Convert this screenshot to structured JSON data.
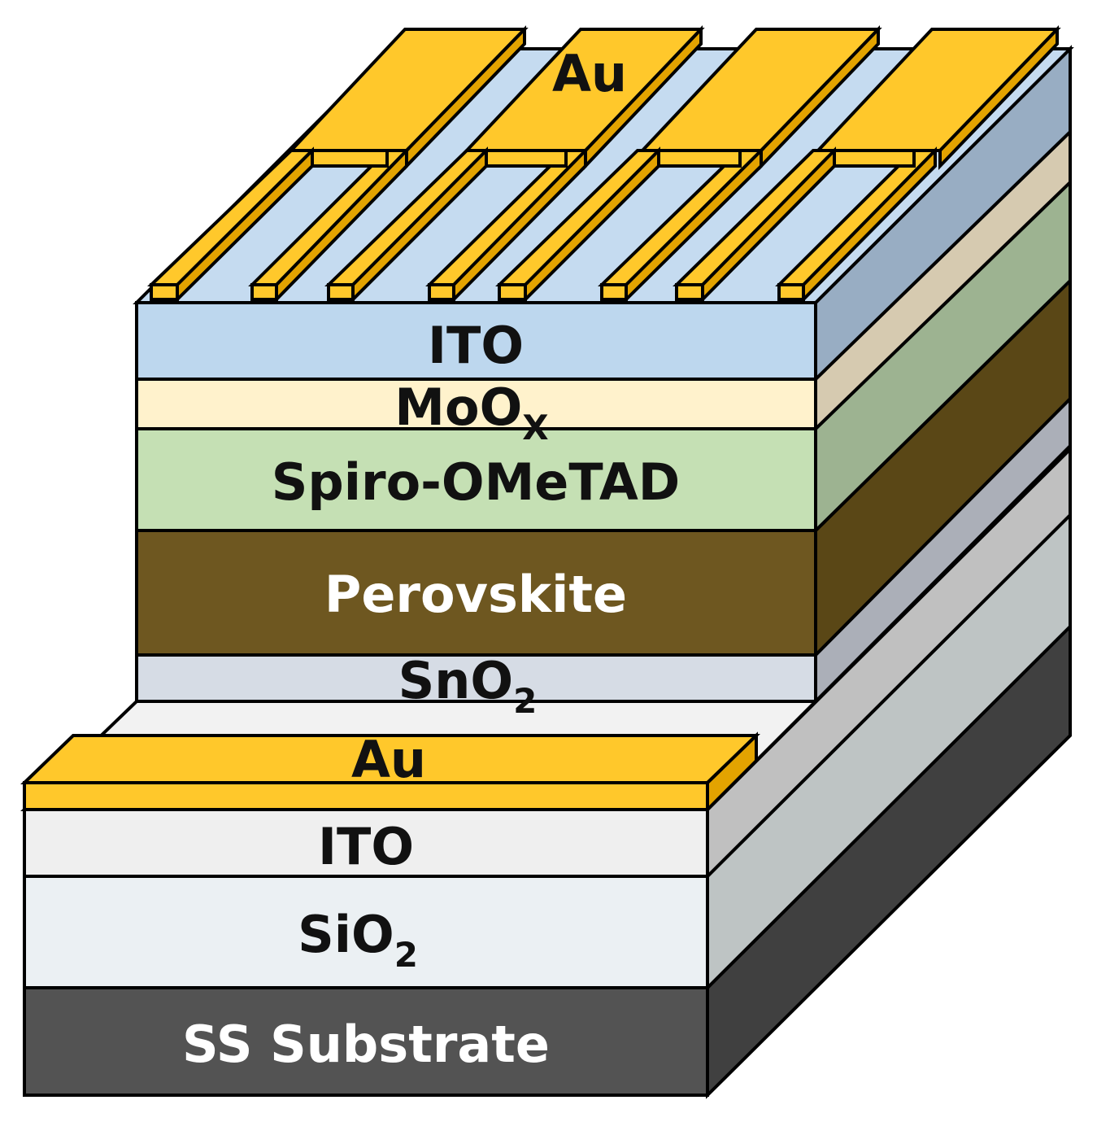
{
  "diagram": {
    "top_electrode_label": "Au",
    "bottom_electrode_label": "Au",
    "upper_stack": [
      {
        "id": "ito-top",
        "label": "ITO",
        "sub": ""
      },
      {
        "id": "moox",
        "label": "MoO",
        "sub": "X"
      },
      {
        "id": "spiro",
        "label": "Spiro-OMeTAD",
        "sub": ""
      },
      {
        "id": "perovskite",
        "label": "Perovskite",
        "sub": ""
      },
      {
        "id": "sno2",
        "label": "SnO",
        "sub": "2"
      }
    ],
    "lower_stack": [
      {
        "id": "ito-bottom",
        "label": "ITO",
        "sub": ""
      },
      {
        "id": "sio2",
        "label": "SiO",
        "sub": "2"
      },
      {
        "id": "substrate",
        "label": "SS Substrate",
        "sub": ""
      }
    ],
    "colors": {
      "gold": "#FFC82B",
      "gold_side": "#E3A300",
      "ito_top": "#BDD7EE",
      "moox": "#FFF2CC",
      "spiro": "#C5E0B4",
      "perovskite": "#6E5720",
      "sno2": "#D6DCE5",
      "ito_bottom": "#EFEFEF",
      "sio2": "#EBF0F3",
      "substrate": "#535353"
    }
  }
}
